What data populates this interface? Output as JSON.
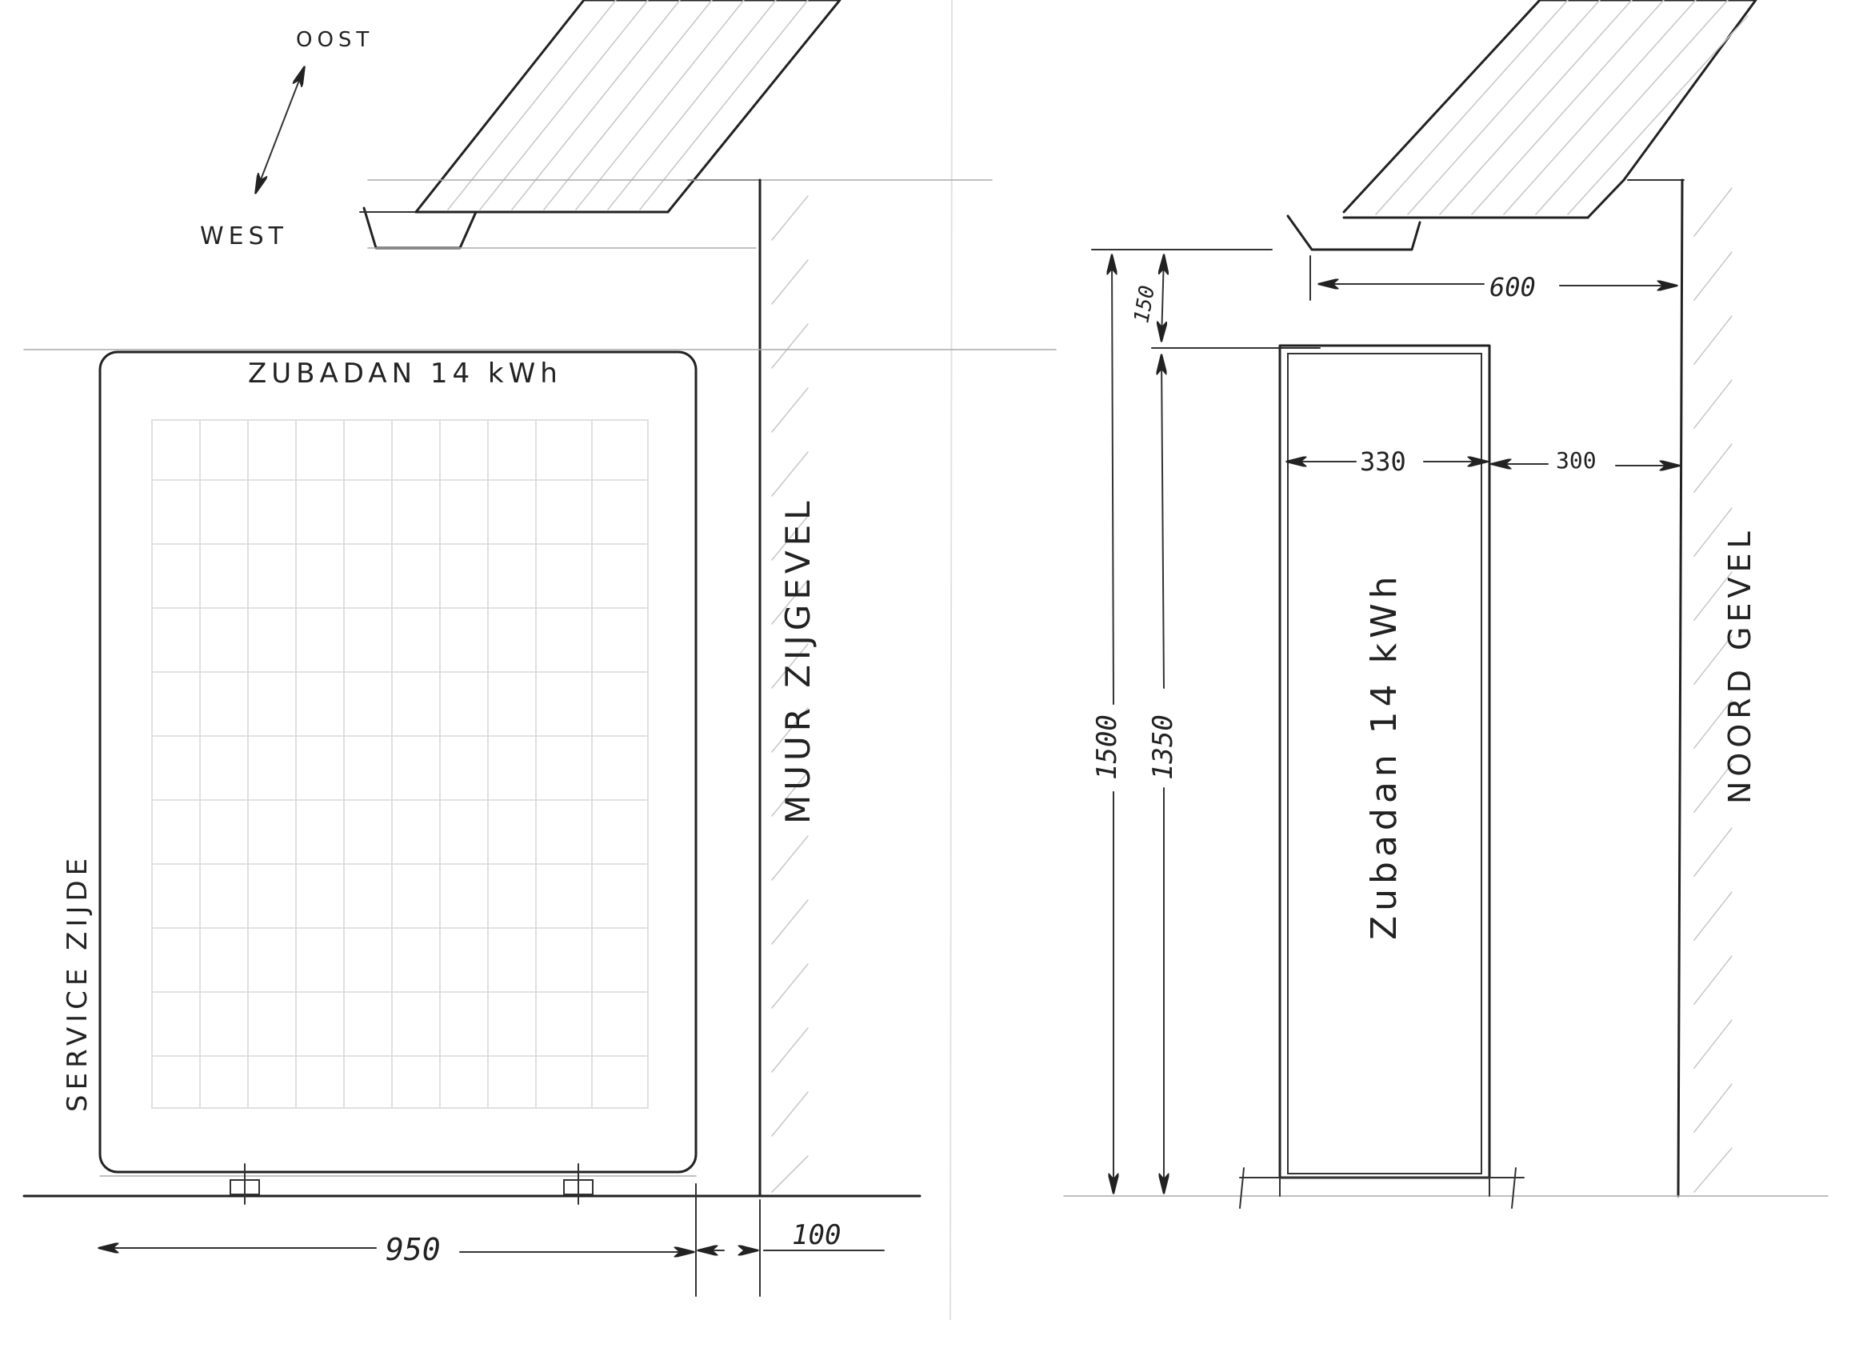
{
  "left_view": {
    "compass_east": "OOST",
    "compass_west": "WEST",
    "unit_label": "ZUBADAN 14 kWh",
    "wall_label": "MUUR ZIJGEVEL",
    "service_label": "SERVICE ZIJDE",
    "dim_width": "950",
    "dim_gap": "100"
  },
  "right_view": {
    "unit_label": "Zubadan 14 kWh",
    "wall_label": "NOORD GEVEL",
    "dim_overhang": "600",
    "dim_top_gap": "150",
    "dim_total_height": "1500",
    "dim_unit_height": "1350",
    "dim_unit_depth": "330",
    "dim_wall_gap": "300"
  }
}
